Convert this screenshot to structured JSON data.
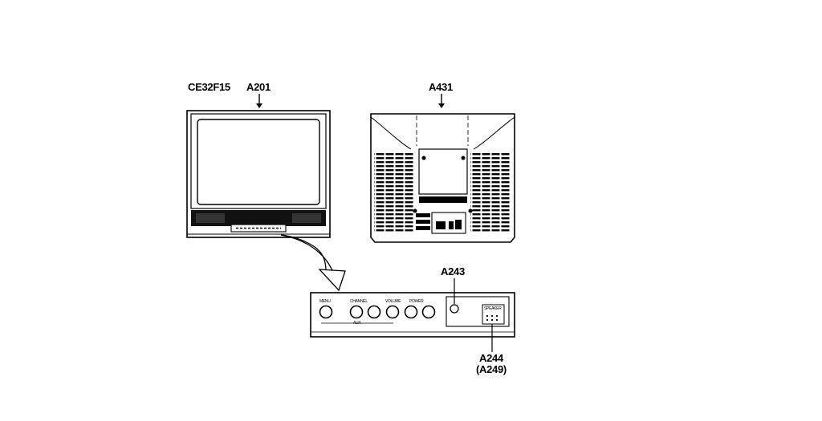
{
  "labels": {
    "model": "CE32F15",
    "front_cabinet": "A201",
    "back_cover": "A431",
    "power_indicator": "A243",
    "control_board": "A244",
    "control_board_alt": "(A249)"
  },
  "panel_text": {
    "menu": "MENU",
    "channel": "CHANNEL",
    "volume": "VOLUME",
    "power": "POWER",
    "aux": "AUX",
    "speaker": "SPEAKER"
  },
  "colors": {
    "line": "#000000",
    "paper": "#ffffff"
  }
}
